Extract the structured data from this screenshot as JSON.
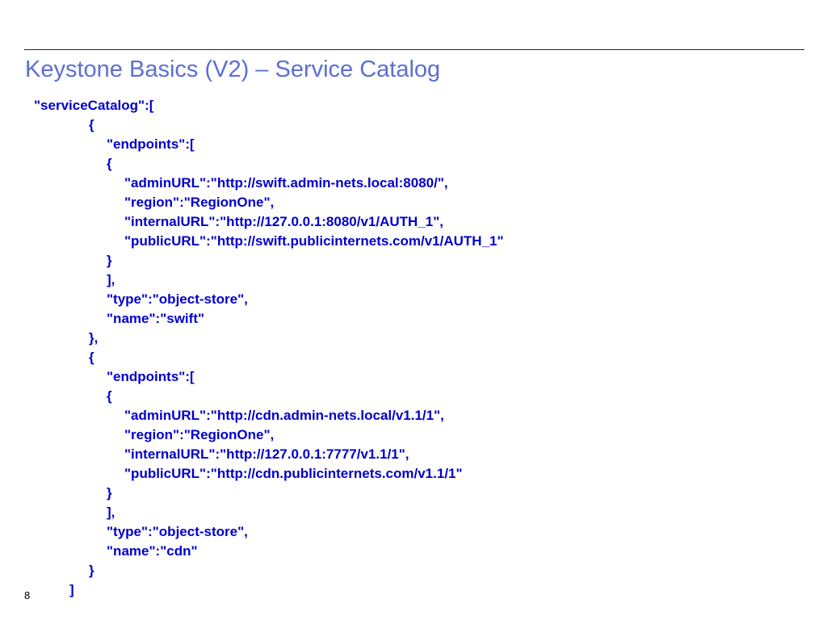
{
  "slide": {
    "title": "Keystone Basics (V2) – Service Catalog",
    "page_number": "8"
  },
  "code_lines": [
    "\"serviceCatalog\":[",
    "{",
    "\"endpoints\":[",
    "{",
    "\"adminURL\":\"http://swift.admin-nets.local:8080/\",",
    "\"region\":\"RegionOne\",",
    "\"internalURL\":\"http://127.0.0.1:8080/v1/AUTH_1\",",
    "\"publicURL\":\"http://swift.publicinternets.com/v1/AUTH_1\"",
    "}",
    "],",
    "\"type\":\"object-store\",",
    "\"name\":\"swift\"",
    "},",
    "{",
    "\"endpoints\":[",
    "{",
    "\"adminURL\":\"http://cdn.admin-nets.local/v1.1/1\",",
    "\"region\":\"RegionOne\",",
    "\"internalURL\":\"http://127.0.0.1:7777/v1.1/1\",",
    "\"publicURL\":\"http://cdn.publicinternets.com/v1.1/1\"",
    "}",
    "],",
    "\"type\":\"object-store\",",
    "\"name\":\"cdn\"",
    "}",
    "]"
  ],
  "colors": {
    "title": "#5b6fd6",
    "code": "#0000cc"
  }
}
